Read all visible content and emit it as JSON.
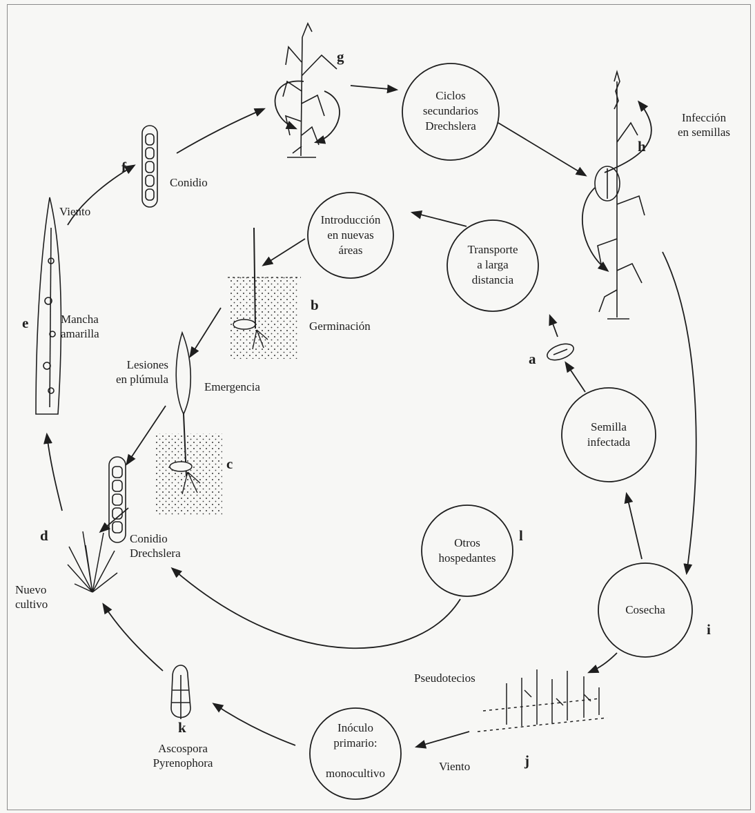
{
  "circles": {
    "ciclos": "Ciclos\nsecundarios\nDrechslera",
    "introduccion": "Introducción\nen nuevas\náreas",
    "transporte": "Transporte\na larga\ndistancia",
    "semilla": "Semilla\ninfectada",
    "otros": "Otros\nhospedantes",
    "cosecha": "Cosecha",
    "inoculo": "Inóculo\nprimario:\n\nmonocultivo"
  },
  "letters": [
    "a",
    "b",
    "c",
    "d",
    "e",
    "f",
    "g",
    "h",
    "i",
    "j",
    "k",
    "l"
  ],
  "labels": {
    "infeccion": "Infección\nen semillas",
    "conidio_f": "Conidio",
    "viento_left": "Viento",
    "germinacion": "Germinación",
    "mancha": "Mancha\namarilla",
    "lesiones": "Lesiones\nen plúmula",
    "emergencia": "Emergencia",
    "conidio_drechslera": "Conidio\nDrechslera",
    "nuevo_cultivo": "Nuevo\ncultivo",
    "pseudotecios": "Pseudotecios",
    "ascospora": "Ascospora\nPyrenophora",
    "viento_bottom": "Viento"
  },
  "colors": {
    "ink": "#1e1e1e",
    "paper": "#f7f7f5"
  }
}
